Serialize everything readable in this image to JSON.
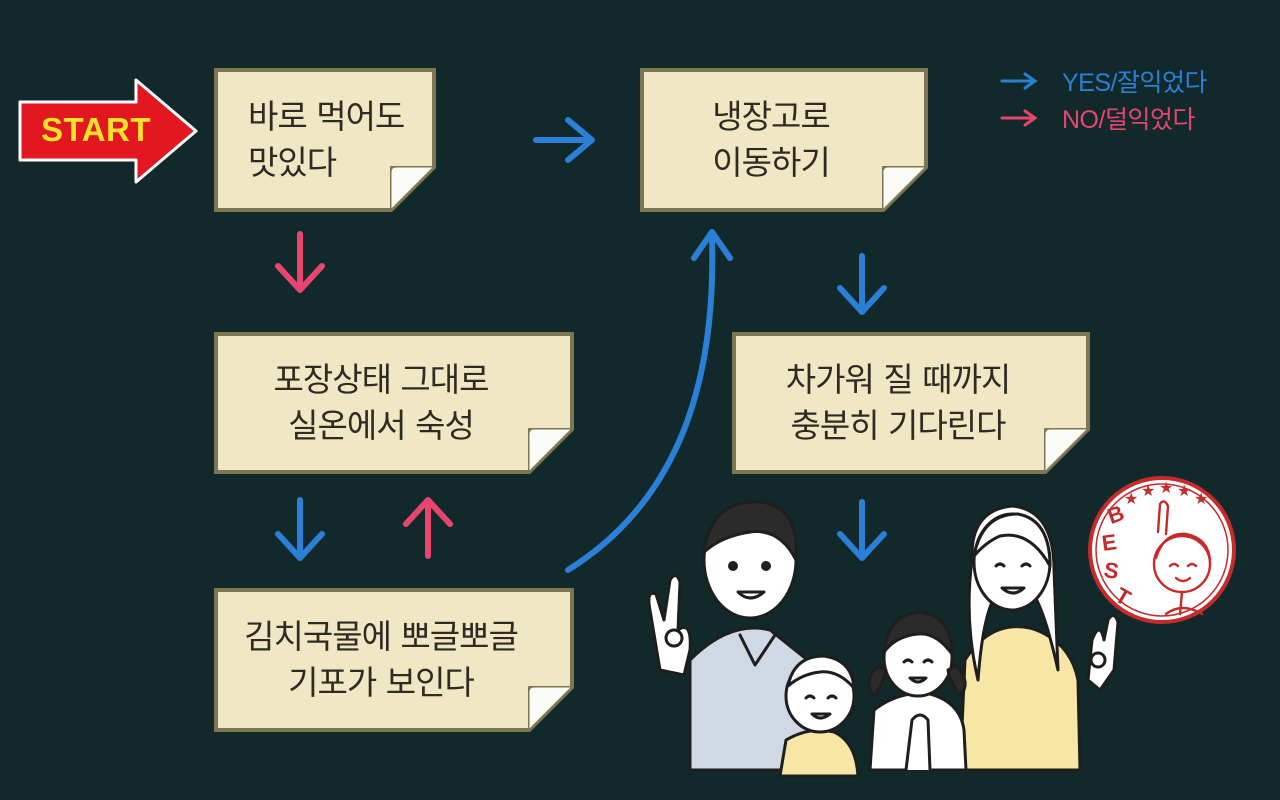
{
  "start": {
    "label": "START"
  },
  "legend": {
    "yes": {
      "label": "YES/잘익었다",
      "color": "#2b7fd6"
    },
    "no": {
      "label": "NO/덜익었다",
      "color": "#e8456e"
    }
  },
  "nodes": {
    "eat_now": "바로 먹어도\n맛있다",
    "fridge": "냉장고로\n이동하기",
    "ripen": "포장상태 그대로\n실온에서 숙성",
    "cool": "차가워 질 때까지\n충분히 기다린다",
    "bubbles": "김치국물에 뽀글뽀글\n기포가 보인다"
  },
  "stamp": {
    "letters": [
      "B",
      "E",
      "S",
      "T"
    ],
    "stars": 5,
    "color": "#c62a2a"
  },
  "colors": {
    "background": "#12292b",
    "note": "#f0e7c5",
    "note_border": "#7d7652"
  }
}
